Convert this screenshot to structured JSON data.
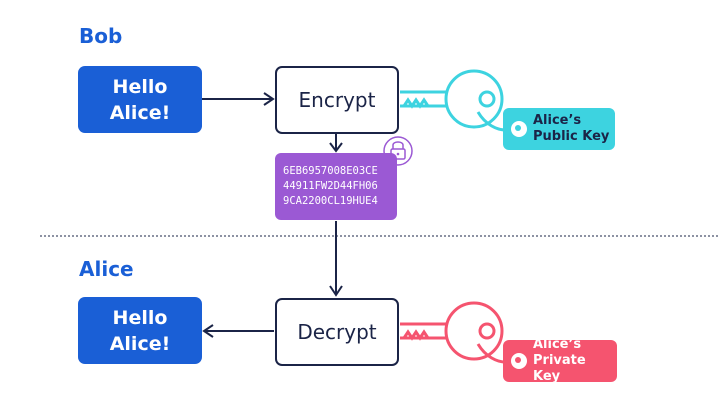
{
  "colors": {
    "accent_blue": "#1a5fd6",
    "navy": "#1b2447",
    "cipher_purple": "#9b59d4",
    "public_key_cyan": "#3dd3e0",
    "private_key_red": "#f5546f"
  },
  "bob": {
    "label": "Bob",
    "message": "Hello\nAlice!",
    "operation": "Encrypt",
    "key_tag": {
      "line1": "Alice’s",
      "line2": "Public Key",
      "icon": "key-icon"
    }
  },
  "ciphertext": {
    "lines": [
      "6EB6957008E03CE",
      "44911FW2D44FH06",
      "9CA2200CL19HUE4"
    ],
    "icon": "lock-icon"
  },
  "alice": {
    "label": "Alice",
    "message": "Hello\nAlice!",
    "operation": "Decrypt",
    "key_tag": {
      "line1": "Alice’s",
      "line2": "Private Key",
      "icon": "key-icon"
    }
  }
}
